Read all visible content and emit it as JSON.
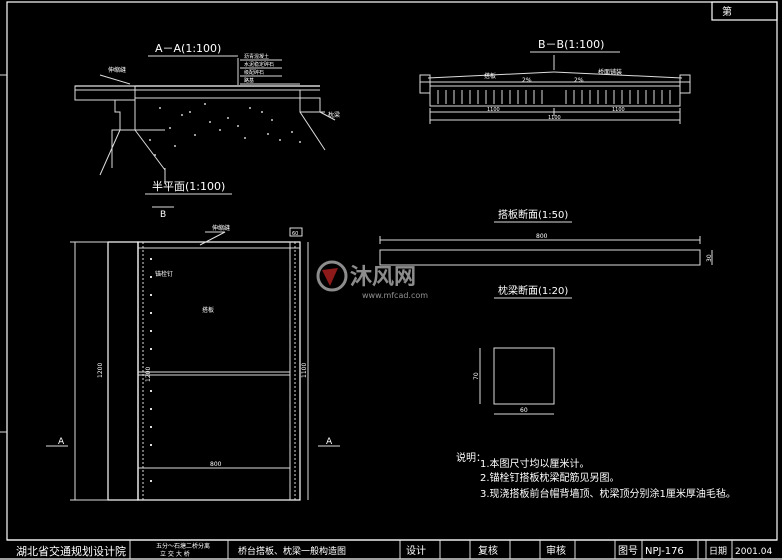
{
  "sheet": {
    "sheet_no_label": "第"
  },
  "section_aa": {
    "title": "A－A(1:100)",
    "callouts": [
      "沥青混凝土",
      "水泥稳定碎石",
      "级配碎石",
      "路基"
    ],
    "left_label": "伸缩缝",
    "right_label": "枕梁"
  },
  "section_bb": {
    "title": "B－B(1:100)",
    "left_label": "搭板",
    "right_label": "桥面铺装",
    "slope_left": "2%",
    "slope_right": "2%",
    "dim_left": "1100",
    "dim_right": "1100",
    "dim_total": "1100"
  },
  "half_plan": {
    "title": "半平面(1:100)",
    "section_mark": "B",
    "label_top": "伸缩缝",
    "label_anchor": "锚栓钉",
    "label_slab": "搭板",
    "dim_left": "1200",
    "dim_mid": "1200",
    "dim_right": "1100",
    "dim_bottom": "800",
    "dim_top_right": "60",
    "mark_left": "A",
    "mark_right": "A"
  },
  "slab_section": {
    "title": "搭板断面(1:50)",
    "length": "800",
    "thickness": "30"
  },
  "beam_section": {
    "title": "枕梁断面(1:20)",
    "height": "70",
    "width": "60"
  },
  "notes": {
    "heading": "说明：",
    "items": [
      "1.本图尺寸均以厘米计。",
      "2.锚栓钉搭板枕梁配筋见另图。",
      "3.现浇搭板前台帽背墙顶、枕梁顶分别涂1厘米厚油毛毡。"
    ]
  },
  "watermark": {
    "brand": "沐风网",
    "url": "www.mfcad.com"
  },
  "title_block": {
    "org": "湖北省交通规划设计院",
    "project_line1": "五分～石塘二桥分离",
    "project_line2": "立 交 大 桥",
    "drawing_name": "桥台搭板、枕梁一般构造图",
    "design_label": "设计",
    "check_label": "复核",
    "review_label": "审核",
    "fig_no_label": "图号",
    "fig_no": "NPJ-176",
    "date_label": "日期",
    "date": "2001.04"
  }
}
